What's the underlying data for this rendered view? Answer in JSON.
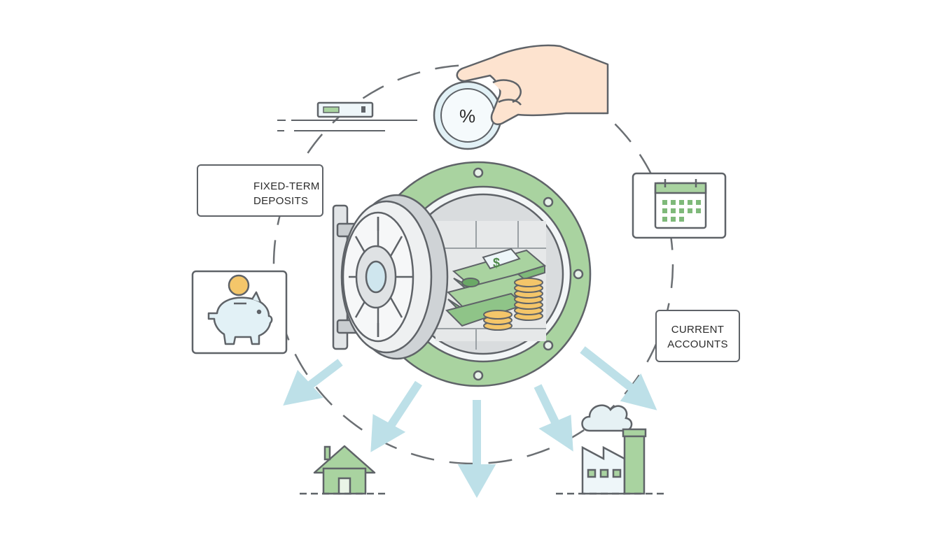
{
  "labels": {
    "fixed_term_line1": "FIXED-TERM",
    "fixed_term_line2": "DEPOSITS",
    "current_accounts_line1": "CURRENT",
    "current_accounts_line2": "ACCOUNTS",
    "coin_symbol": "%"
  },
  "icons": [
    "hand-icon",
    "percent-coin-icon",
    "card-icon",
    "clock-icon",
    "calendar-icon",
    "piggy-bank-icon",
    "gold-coin-icon",
    "vault-icon",
    "vault-door-icon",
    "cash-stack-icon",
    "coin-stack-icon",
    "house-icon",
    "factory-icon",
    "cloud-icon"
  ],
  "colors": {
    "accent_green": "#a9d3a0",
    "accent_blue": "#bde0e8",
    "outline": "#5f6368",
    "gold": "#f4c66a",
    "skin": "#fde3cf"
  }
}
